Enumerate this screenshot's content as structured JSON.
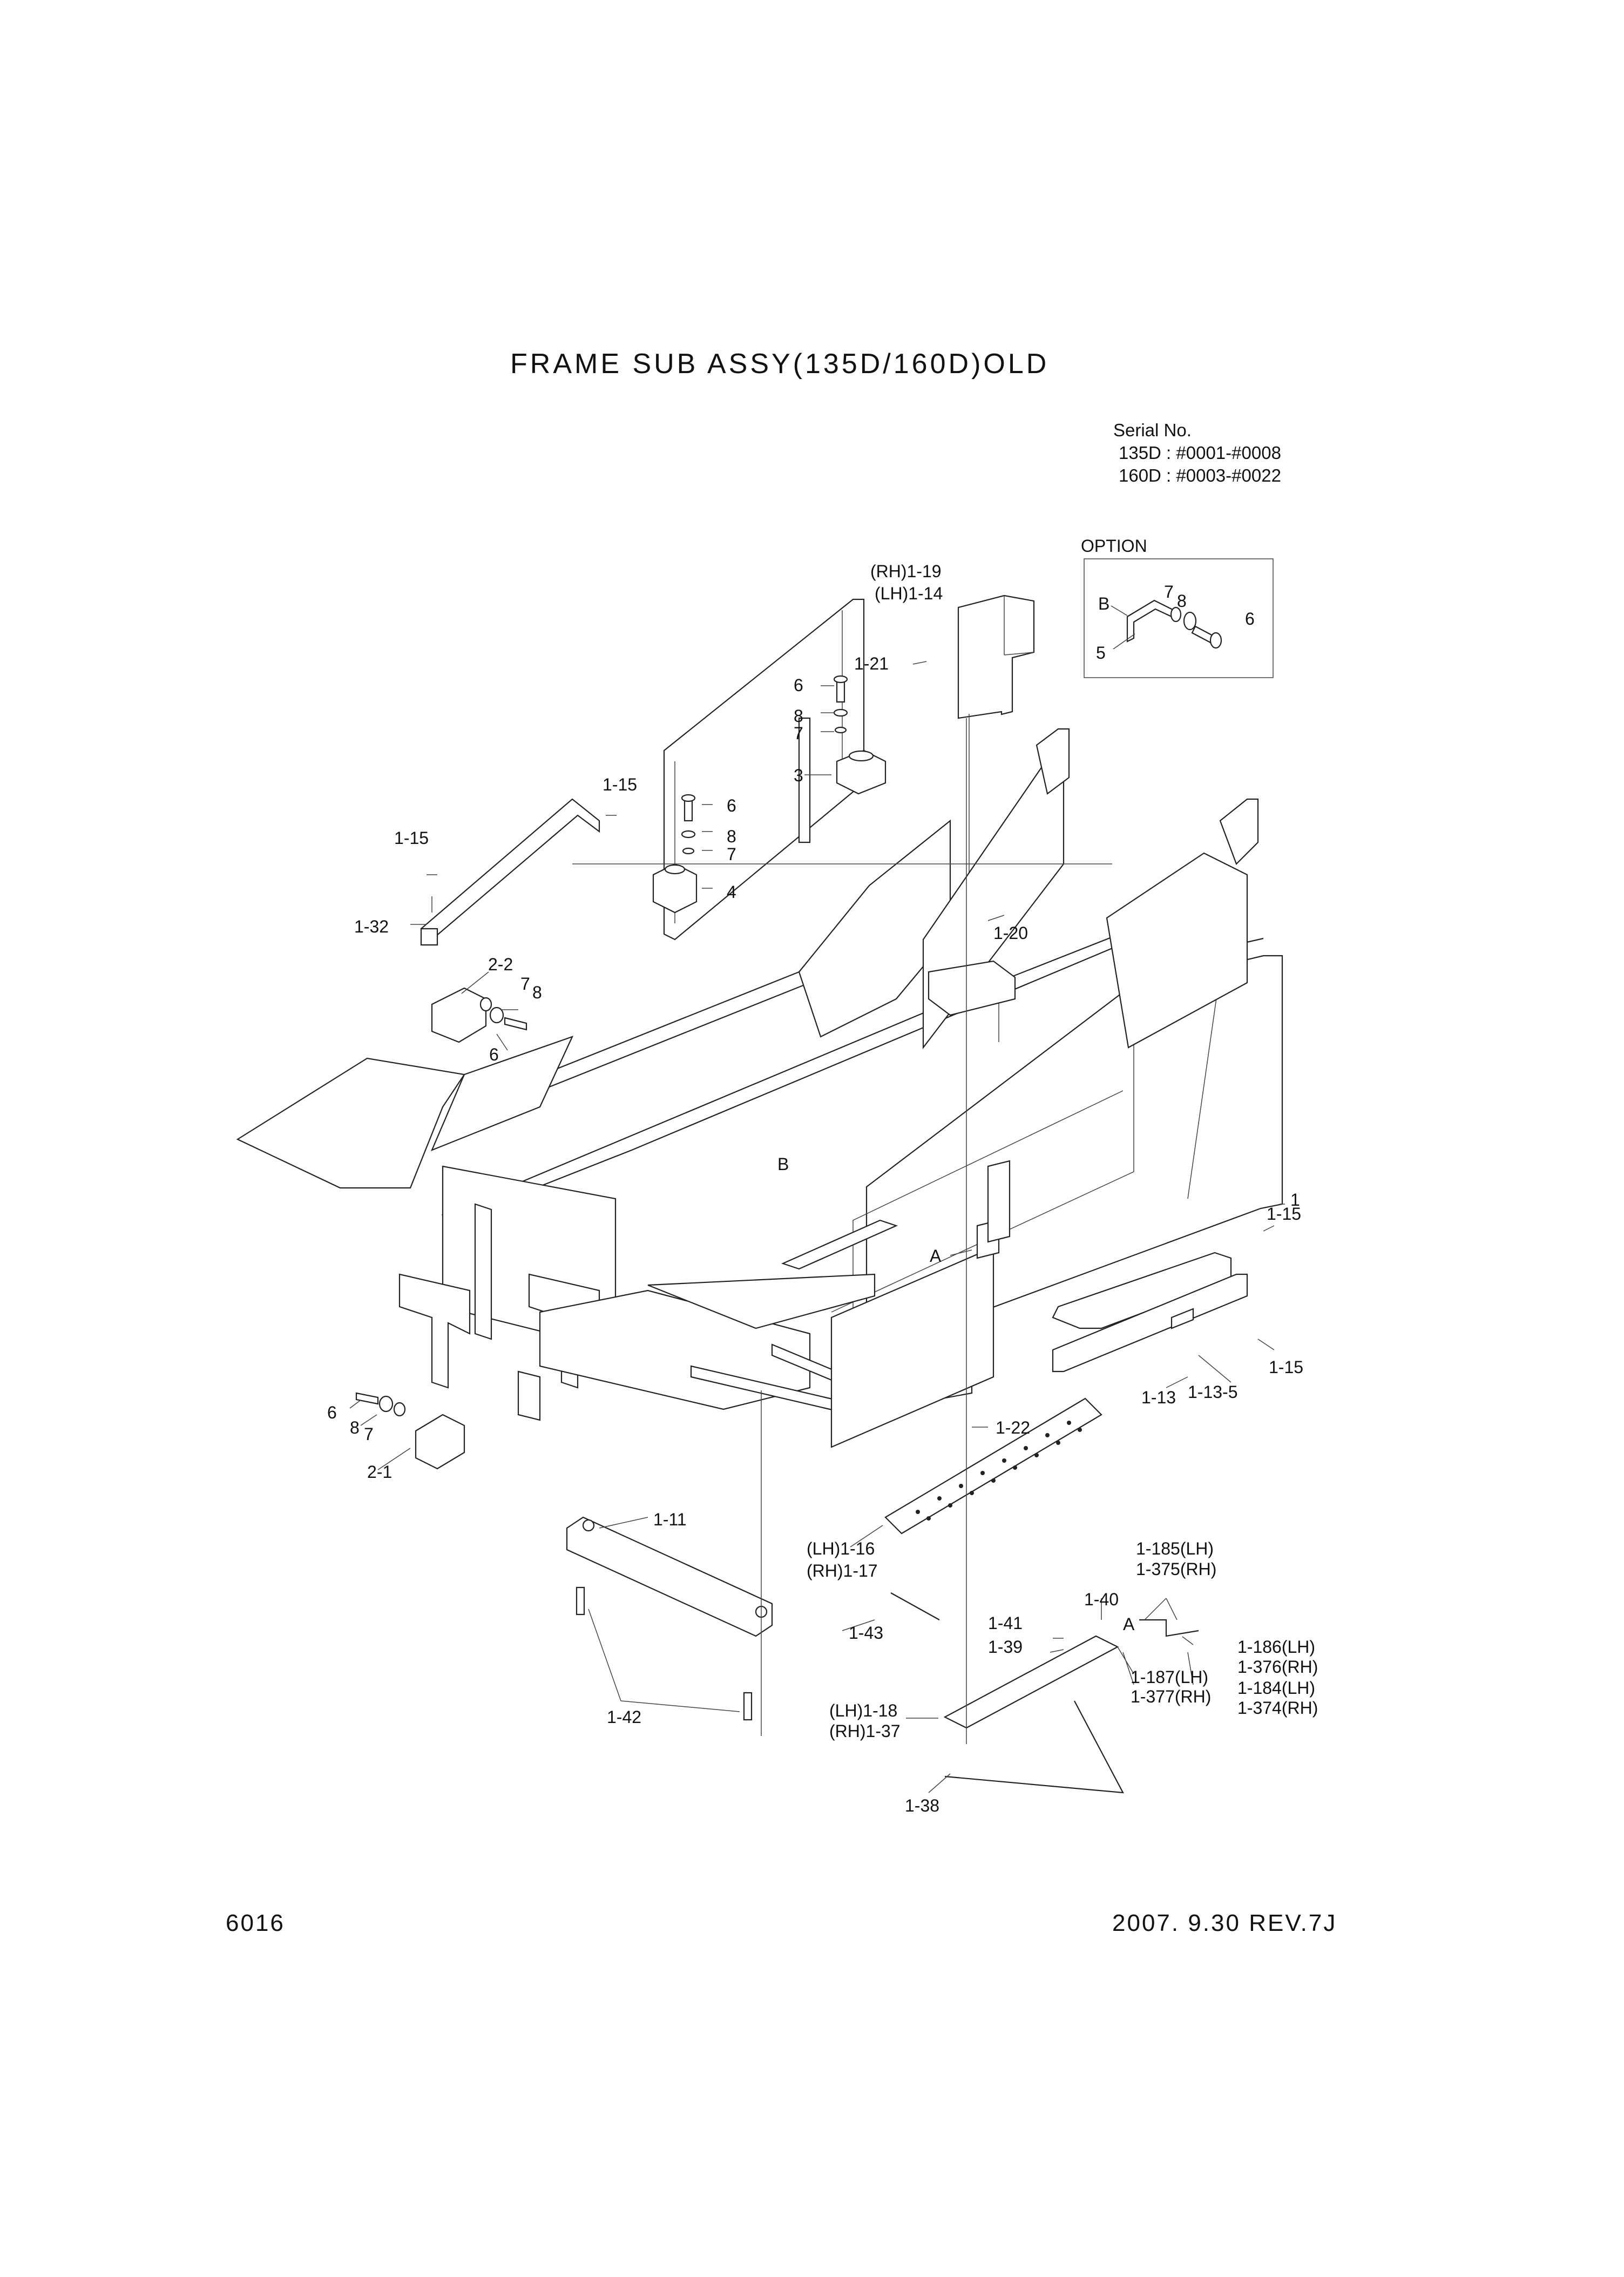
{
  "title": "FRAME SUB ASSY(135D/160D)OLD",
  "serial": {
    "heading": "Serial No.",
    "line1": "135D : #0001-#0008",
    "line2": "160D : #0003-#0022"
  },
  "option_label": "OPTION",
  "footer": {
    "page_number": "6016",
    "date_rev": "2007. 9.30  REV.7J"
  },
  "callouts": {
    "rh_1_19": "(RH)1-19",
    "lh_1_14": "(LH)1-14",
    "opt_B": "B",
    "opt_7": "7",
    "opt_8": "8",
    "opt_6": "6",
    "opt_5": "5",
    "c1_21": "1-21",
    "c6_top": "6",
    "c8_top": "8",
    "c7_top": "7",
    "c3": "3",
    "c1_15_a": "1-15",
    "c6_mid": "6",
    "c8_mid": "8",
    "c7_mid": "7",
    "c4": "4",
    "c1_15_b": "1-15",
    "c1_32": "1-32",
    "c1_20": "1-20",
    "c2_2": "2-2",
    "c7_left": "7",
    "c8_left": "8",
    "c6_left": "6",
    "cB": "B",
    "c1": "1",
    "c1_15_c": "1-15",
    "cA": "A",
    "c1_15_d": "1-15",
    "c1_13": "1-13",
    "c1_13_5": "1-13-5",
    "c6_low": "6",
    "c8_low": "8",
    "c7_low": "7",
    "c2_1": "2-1",
    "c1_22": "1-22",
    "c1_11": "1-11",
    "lh_1_16": "(LH)1-16",
    "rh_1_17": "(RH)1-17",
    "c1_185": "1-185(LH)",
    "c1_375": "1-375(RH)",
    "c1_40": "1-40",
    "c1_41": "1-41",
    "cA_low": "A",
    "c1_39": "1-39",
    "c1_186": "1-186(LH)",
    "c1_376": "1-376(RH)",
    "c1_187": "1-187(LH)",
    "c1_184": "1-184(LH)",
    "c1_377": "1-377(RH)",
    "c1_374": "1-374(RH)",
    "c1_43": "1-43",
    "c1_42": "1-42",
    "lh_1_18": "(LH)1-18",
    "rh_1_37": "(RH)1-37",
    "c1_38": "1-38"
  }
}
